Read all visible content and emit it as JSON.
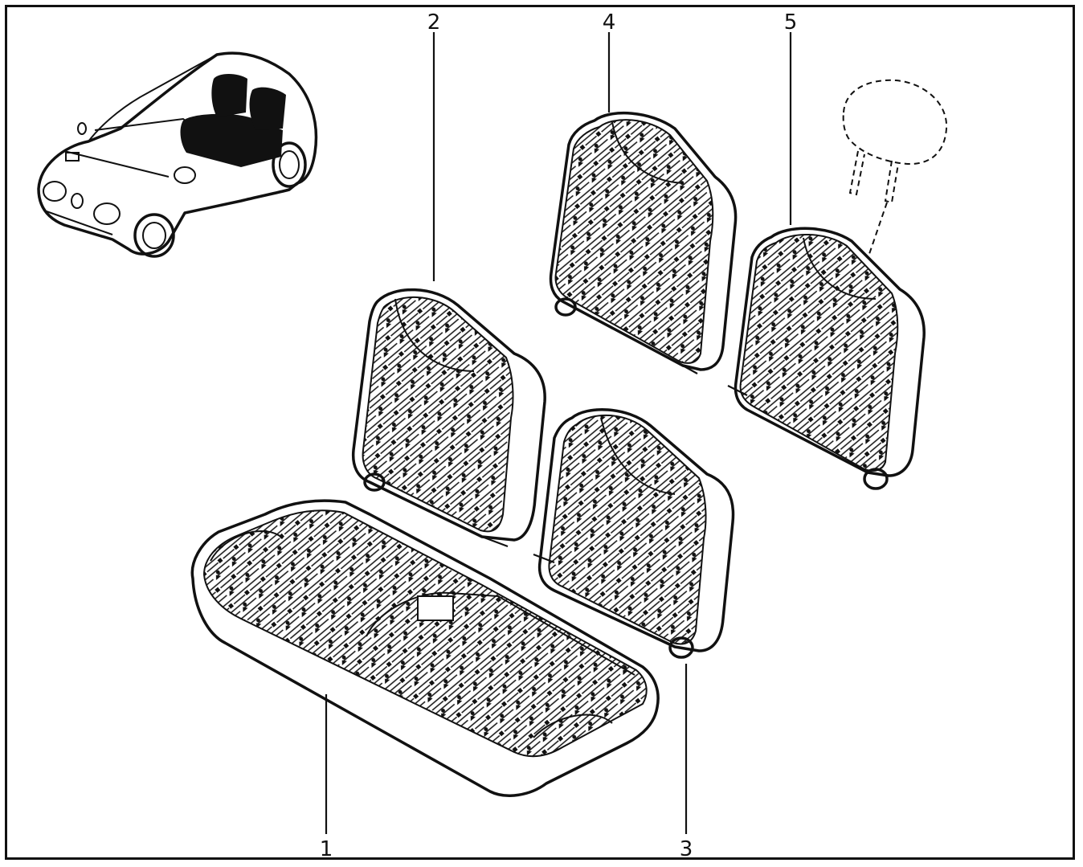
{
  "diagram": {
    "callouts": [
      {
        "id": "1",
        "label": "1"
      },
      {
        "id": "2",
        "label": "2"
      },
      {
        "id": "3",
        "label": "3"
      },
      {
        "id": "4",
        "label": "4"
      },
      {
        "id": "5",
        "label": "5"
      }
    ],
    "colors": {
      "line": "#111111",
      "background": "#ffffff",
      "highlight": "#111111"
    }
  }
}
